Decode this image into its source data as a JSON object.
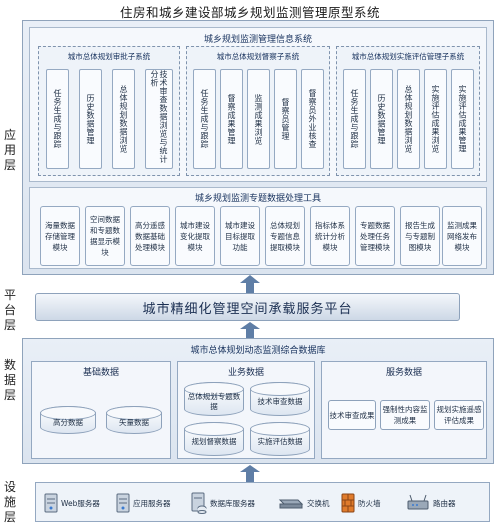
{
  "title": "住房和城乡建设部城乡规划监测管理原型系统",
  "layers": {
    "application": "应用层",
    "platform": "平台层",
    "data": "数据层",
    "infrastructure": "设施层"
  },
  "app_layer": {
    "info_system_title": "城乡规划监测管理信息系统",
    "subsystems": [
      {
        "title": "城市总体规划审批子系统",
        "items": [
          "任务生成与跟踪",
          "历史数据管理",
          "总体规划数据浏览",
          "技术审查数据浏览与统计分析"
        ]
      },
      {
        "title": "城市总体规划督察子系统",
        "items": [
          "任务生成与跟踪",
          "督察成果管理",
          "监测成果浏览",
          "督察员管理",
          "督察员外业核查"
        ]
      },
      {
        "title": "城市总体规划实施评估管理子系统",
        "items": [
          "任务生成与跟踪",
          "历史数据管理",
          "总体规划数据浏览",
          "实施评估成果浏览",
          "实施评估成果管理"
        ]
      }
    ],
    "tools_title": "城乡规划监测专题数据处理工具",
    "tools": [
      "海量数据存储管理模块",
      "空间数据和专题数据显示模块",
      "高分遥感数据基础处理模块",
      "城市建设变化提取模块",
      "城市建设目标提取功能",
      "总体规划专题信息提取模块",
      "指标体系统计分析模块",
      "专题数据处理任务管理模块",
      "报告生成与专题制图模块",
      "监测成果网络发布模块"
    ]
  },
  "platform_layer": {
    "label": "城市精细化管理空间承载服务平台"
  },
  "data_layer": {
    "title": "城市总体规划动态监测综合数据库",
    "sections": {
      "basic": {
        "title": "基础数据",
        "items": [
          "高分数据",
          "矢量数据"
        ]
      },
      "business": {
        "title": "业务数据",
        "items": [
          "总体规划专题数据",
          "技术审查数据",
          "规划督察数据",
          "实施评估数据"
        ]
      },
      "service": {
        "title": "服务数据",
        "items": [
          "技术审查成果",
          "强制性内容监测成果",
          "规划实施遥感评估成果"
        ]
      }
    }
  },
  "infra_layer": {
    "items": [
      {
        "label": "Web服务器",
        "icon": "server-icon"
      },
      {
        "label": "应用服务器",
        "icon": "server-icon"
      },
      {
        "label": "数据库服务器",
        "icon": "database-server-icon"
      },
      {
        "label": "交换机",
        "icon": "switch-icon"
      },
      {
        "label": "防火墙",
        "icon": "firewall-icon"
      },
      {
        "label": "路由器",
        "icon": "router-icon"
      }
    ]
  },
  "colors": {
    "panel_border": "#8fa3bb",
    "panel_fill": "#e2e9f3",
    "arrow": "#5f7ea6",
    "text": "#1b3560"
  }
}
